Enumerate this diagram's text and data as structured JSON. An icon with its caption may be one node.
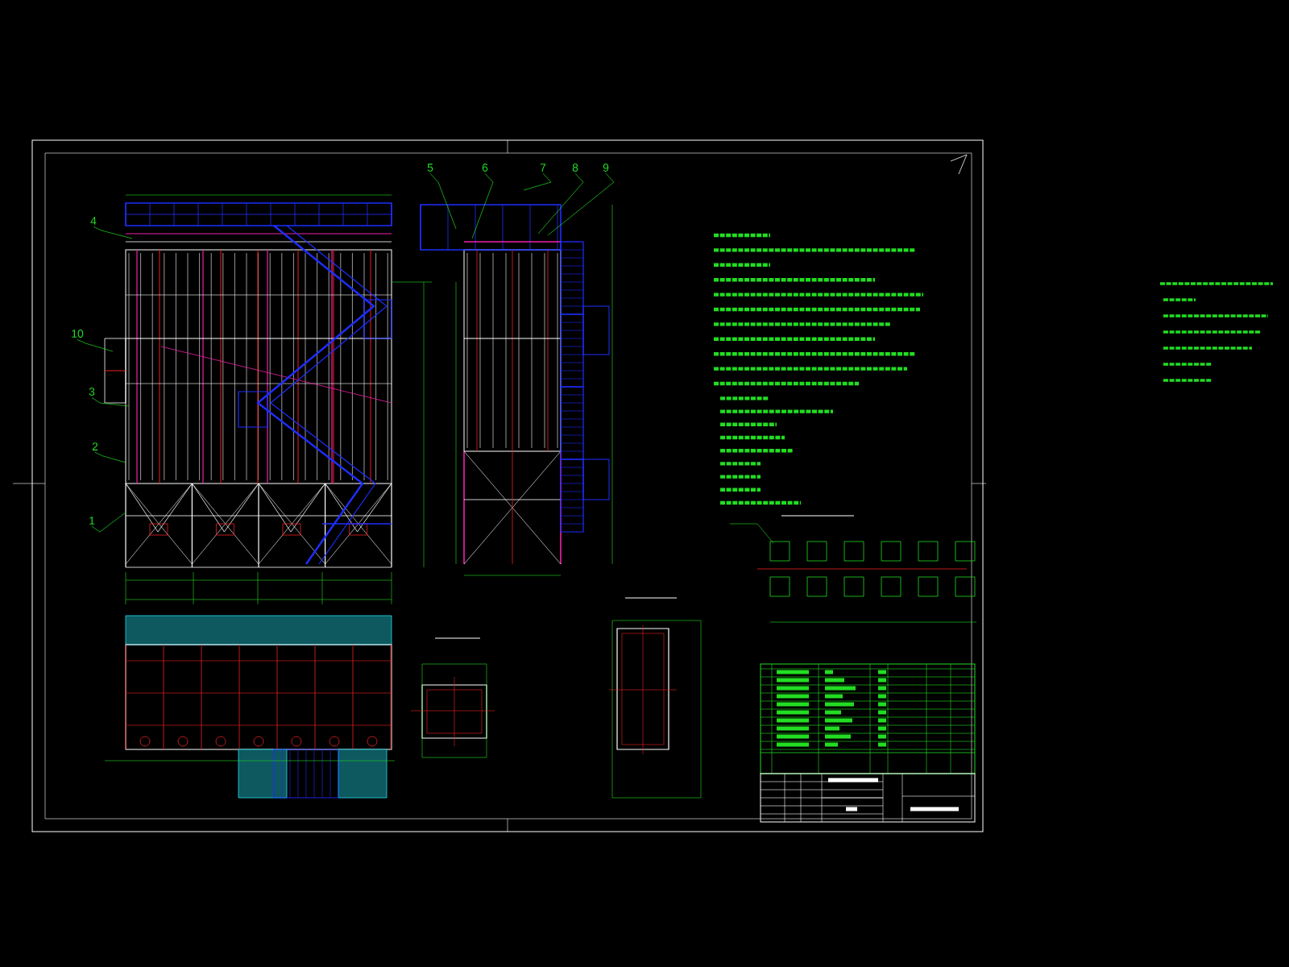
{
  "diagram": {
    "nodes": [
      {
        "text": [
          "5"
        ]
      },
      {
        "text": [
          "6"
        ]
      },
      {
        "text": [
          "7"
        ]
      },
      {
        "text": [
          "8"
        ]
      },
      {
        "text": [
          "9"
        ]
      },
      {
        "text": [
          "4"
        ]
      },
      {
        "text": [
          "10"
        ]
      },
      {
        "text": [
          "3"
        ]
      },
      {
        "text": [
          "2"
        ]
      },
      {
        "text": [
          "1"
        ]
      }
    ],
    "edges": [
      {
        "from": 0,
        "to": null,
        "arrow": "none"
      },
      {
        "from": 1,
        "to": null,
        "arrow": "none"
      },
      {
        "from": 2,
        "to": null,
        "arrow": "none"
      },
      {
        "from": 3,
        "to": null,
        "arrow": "none"
      },
      {
        "from": 4,
        "to": null,
        "arrow": "none"
      },
      {
        "from": 5,
        "to": null,
        "arrow": "none"
      },
      {
        "from": 6,
        "to": null,
        "arrow": "none"
      },
      {
        "from": 7,
        "to": null,
        "arrow": "none"
      },
      {
        "from": 8,
        "to": null,
        "arrow": "none"
      },
      {
        "from": 9,
        "to": null,
        "arrow": "none"
      }
    ]
  }
}
